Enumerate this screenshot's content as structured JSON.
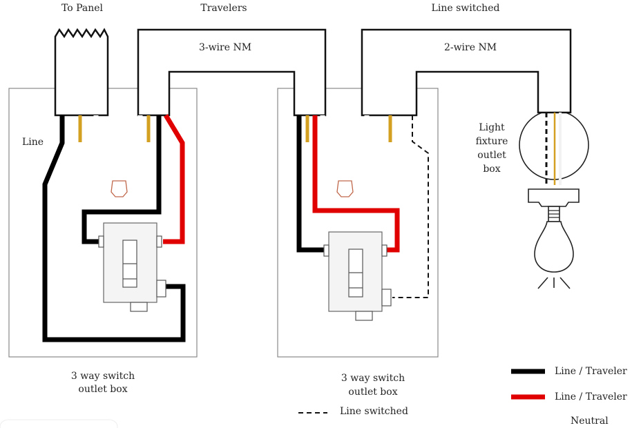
{
  "labels": {
    "to_panel": "To Panel",
    "travelers": "Travelers",
    "line_switched_top": "Line switched",
    "three_wire_nm": "3-wire NM",
    "two_wire_nm": "2-wire NM",
    "line": "Line",
    "light_fixture_l1": "Light",
    "light_fixture_l2": "fixture",
    "light_fixture_l3": "outlet",
    "light_fixture_l4": "box",
    "box1_l1": "3 way switch",
    "box1_l2": "outlet box",
    "box2_l1": "3 way switch",
    "box2_l2": "outlet box"
  },
  "legend": {
    "dashed_label": "Line switched",
    "items": [
      {
        "label": "Line / Traveler",
        "color": "#000000"
      },
      {
        "label": "Line / Traveler",
        "color": "#e00000"
      },
      {
        "label": "Neutral",
        "color": "#ffffff"
      }
    ]
  },
  "colors": {
    "black_wire": "#000000",
    "red_wire": "#e00000",
    "neutral_wire": "#ffffff",
    "ground_wire": "#d4a021",
    "wire_nut": "#c0674a"
  }
}
